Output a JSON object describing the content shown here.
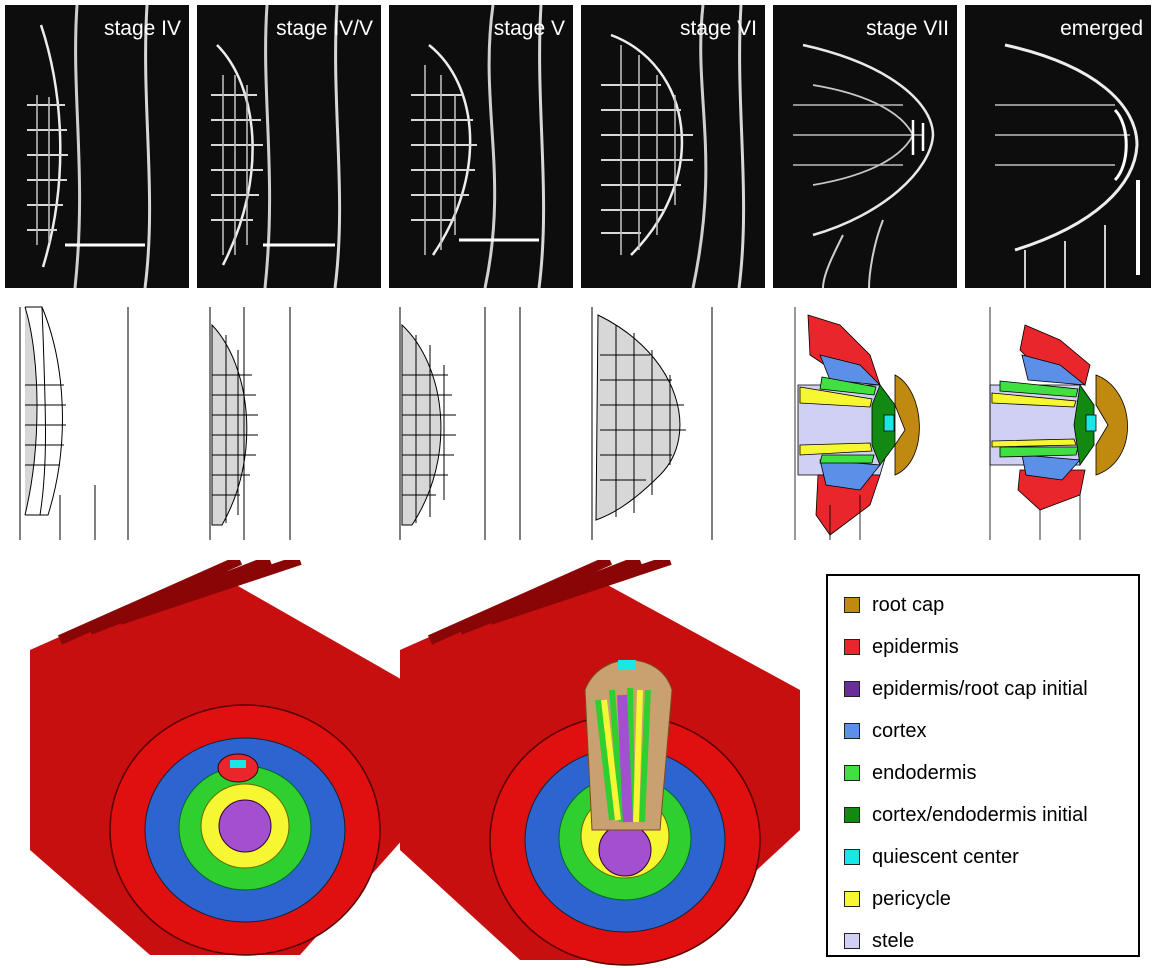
{
  "micrographs": [
    {
      "label": "stage IV"
    },
    {
      "label": "stage IV/V"
    },
    {
      "label": "stage V"
    },
    {
      "label": "stage VI"
    },
    {
      "label": "stage VII"
    },
    {
      "label": "emerged"
    }
  ],
  "legend": {
    "items": [
      {
        "label": "root cap",
        "color": "#c08a10"
      },
      {
        "label": "epidermis",
        "color": "#e8262b"
      },
      {
        "label": "epidermis/root cap initial",
        "color": "#6a2e9a"
      },
      {
        "label": "cortex",
        "color": "#5b8fe8"
      },
      {
        "label": "endodermis",
        "color": "#3fe03f"
      },
      {
        "label": "cortex/endodermis initial",
        "color": "#128a12"
      },
      {
        "label": "quiescent center",
        "color": "#19e6e6"
      },
      {
        "label": "pericycle",
        "color": "#f6f632"
      },
      {
        "label": "stele",
        "color": "#cfd0f3"
      }
    ]
  }
}
